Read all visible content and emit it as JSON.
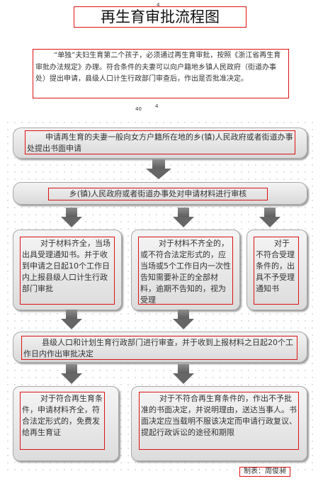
{
  "document": {
    "title": "再生育审批流程图",
    "marks": {
      "top_num": "4",
      "mid_a": "40",
      "mid_b": "4"
    },
    "intro": "“单独”夫妇生育第二个孩子，必须通过再生育审批，按照《浙江省再生育审批办法规定》办理。符合条件的夫妻可以向户籍地乡镇人民政府（街道办事处）提出申请，县级人口计生行政部门审查后，作出是否批准决定。"
  },
  "flow": {
    "step1": "申请再生育的夫妻一般向女方户籍所在地的乡(镇)人民政府或者街道办事处提出书面申请",
    "step2": "乡(镇)人民政府或者街道办事处对申请材料进行审核",
    "branch_complete": "对于材料齐全，当场出具受理通知书。并于收到申请之日起10个工作日内上报县级人口计生行政部门审批",
    "branch_incomplete": "对于材料不齐全的，或不符合法定形式的，应当场或5个工作日内一次性告知需要补正的全部材料，逾期不告知的，视为受理",
    "branch_reject": "对于不符合受理条件的，出具不予受理通知书",
    "step3": "县级人口和计划生育行政部门进行审查，并于收到上报材料之日起20个工作日内作出审批决定",
    "result_approve": "对于符合再生育条件，申请材料齐全，符合法定形式的，免费发给再生育证",
    "result_deny": "对于不符合再生育条件的，作出不予批准的书面决定，并说明理由，送达当事人。书面决定应当载明不服该决定而申请行政复议、提起行政诉讼的途径和期限"
  },
  "footer": {
    "credit": "制表：周俊昶"
  }
}
